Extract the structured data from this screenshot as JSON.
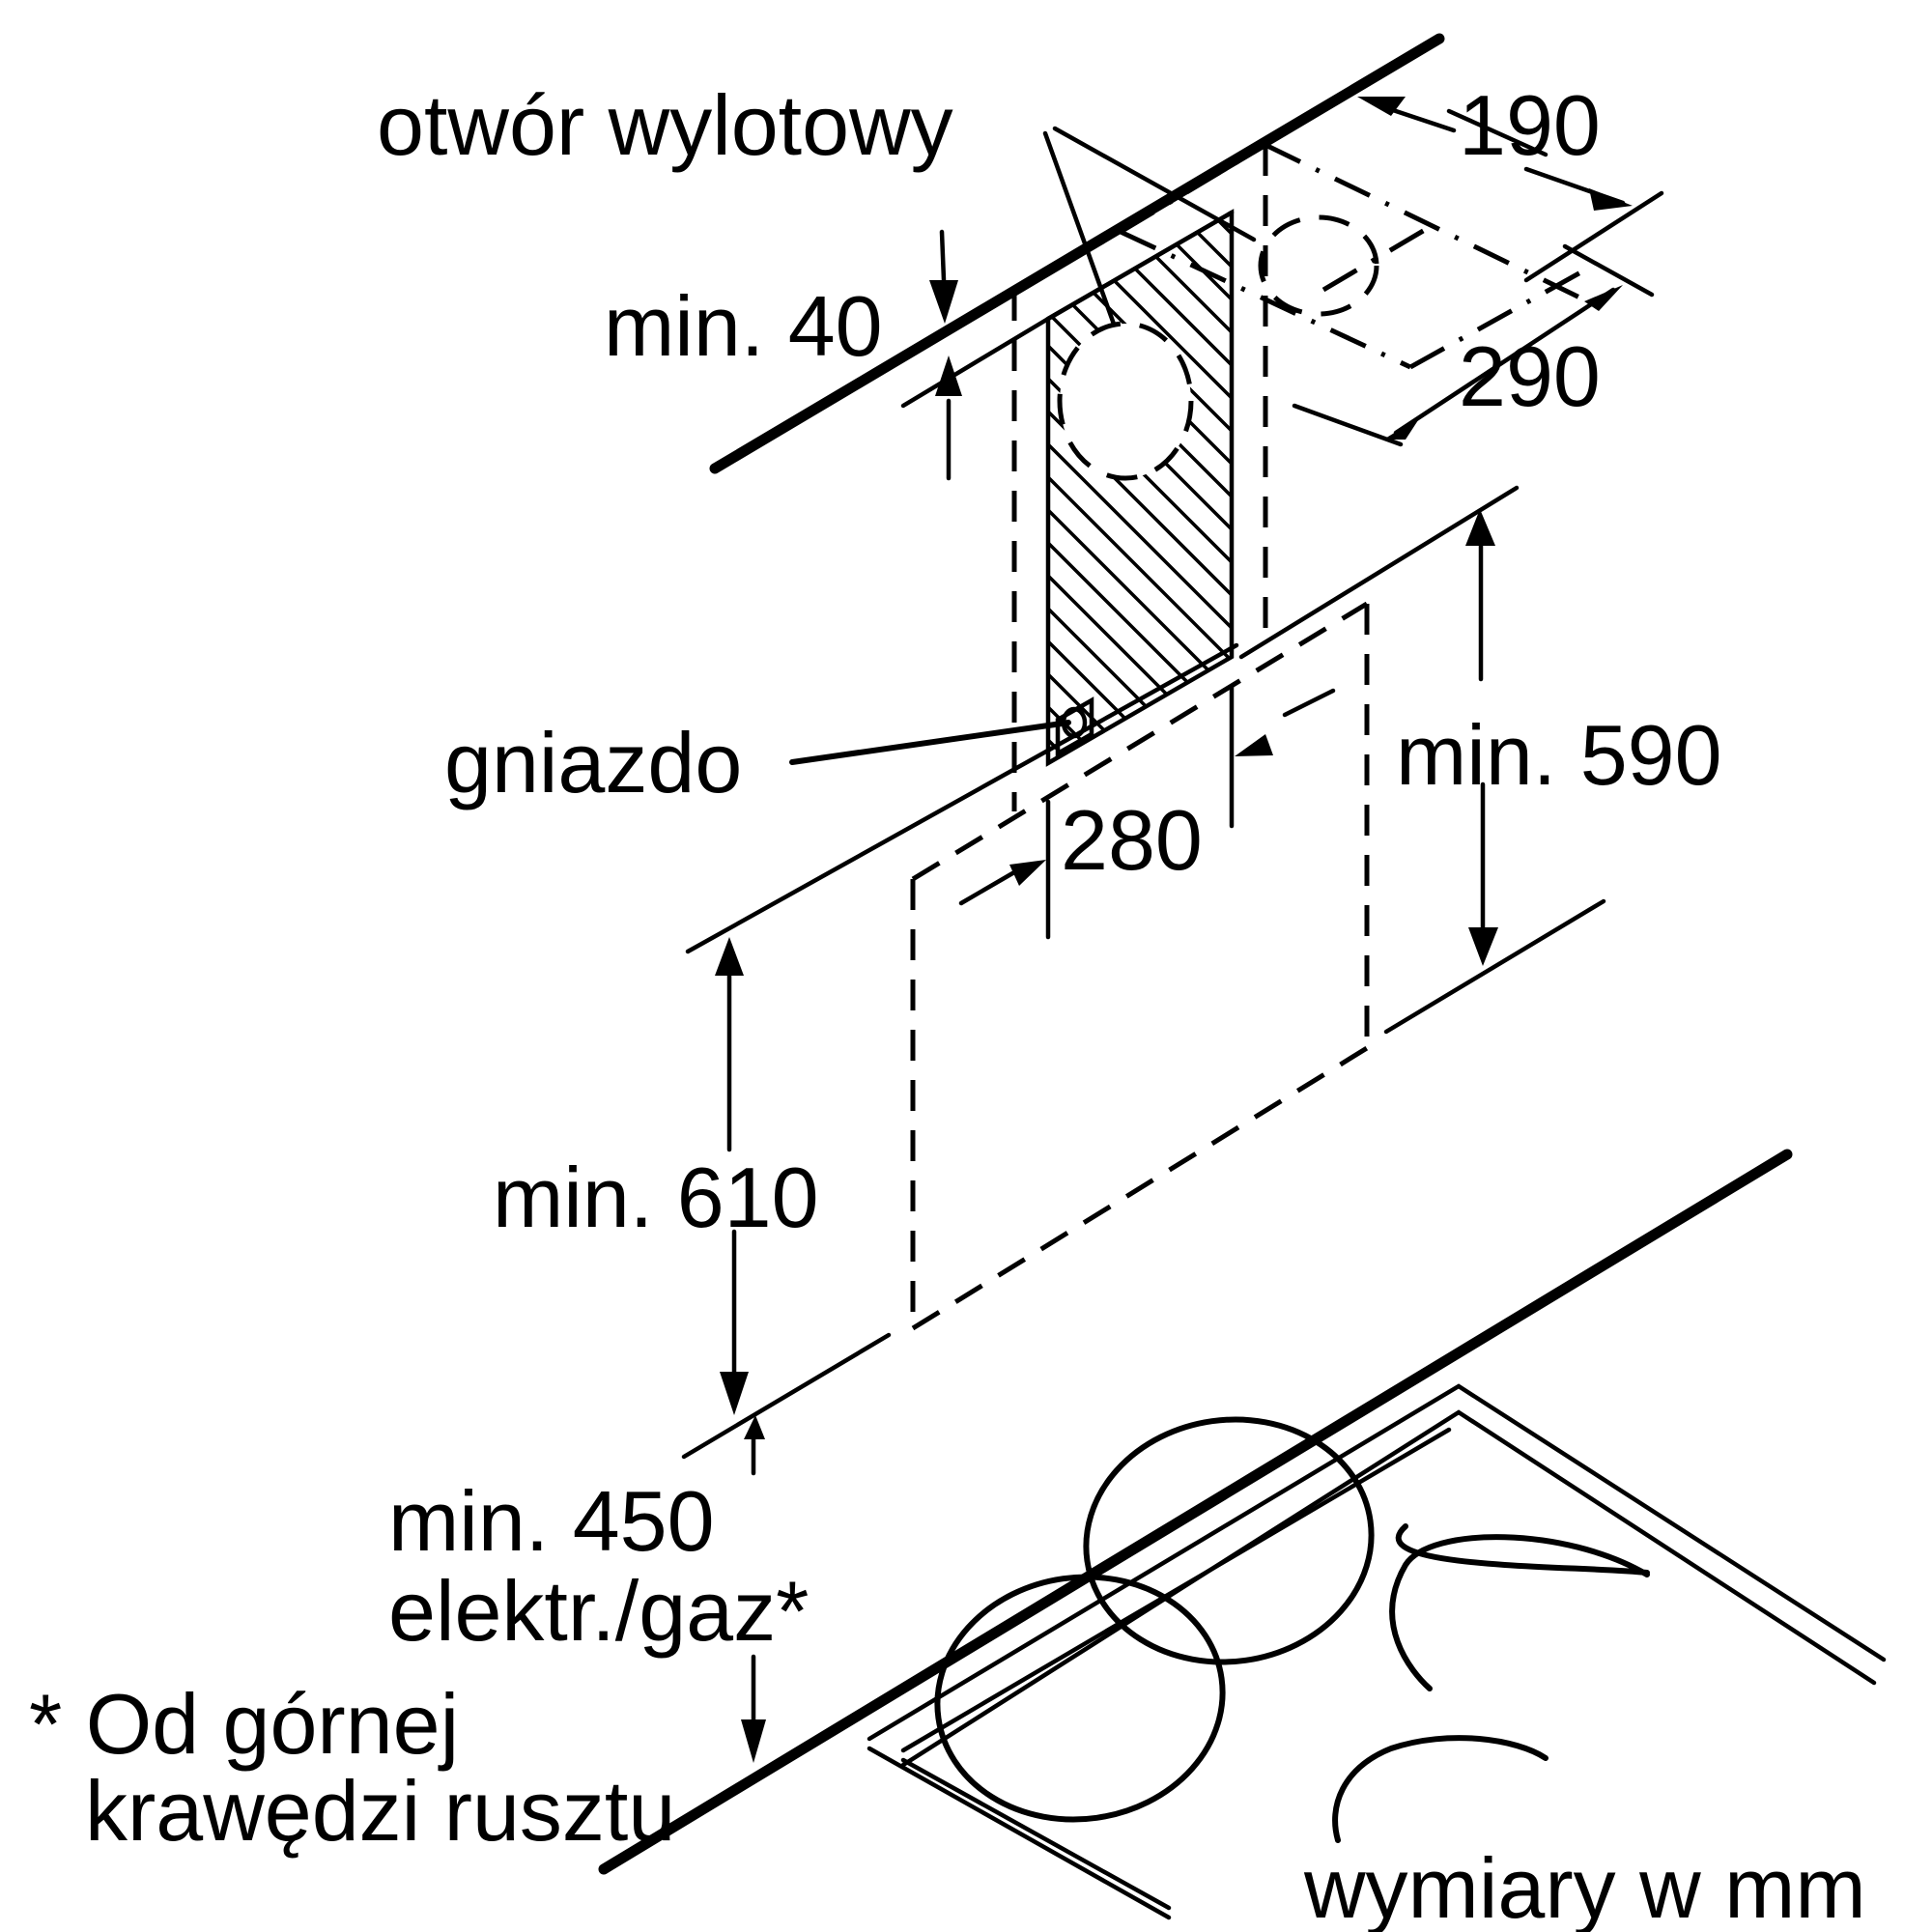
{
  "diagram": {
    "title": "Hood installation dimensions",
    "labels": {
      "outlet": "otwór wylotowy",
      "socket": "gniazdo",
      "dim_190": "190",
      "dim_290": "290",
      "dim_min40": "min. 40",
      "dim_280": "280",
      "dim_min590": "min. 590",
      "dim_min610": "min. 610",
      "dim_min450": "min. 450",
      "dim_min450_sub": "elektr./gaz*",
      "footnote_line1": "* Od górnej",
      "footnote_line2": "krawędzi rusztu",
      "units": "wymiary w mm"
    },
    "dimensions_mm": {
      "outlet_width": 190,
      "outlet_depth": 290,
      "ceiling_clearance_min": 40,
      "socket_zone_width": 280,
      "hood_height_min": 590,
      "hood_to_counter_min": 610,
      "hob_to_hood_min": 450
    },
    "colors": {
      "ink": "#000000",
      "background": "#ffffff"
    }
  }
}
